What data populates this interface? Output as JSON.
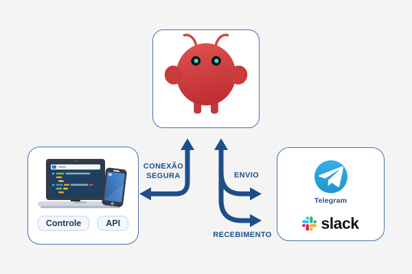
{
  "diagram": {
    "bg_color": "#f4f4f5",
    "box_border_color": "#3f70a9",
    "arrow_color": "#1d4e89",
    "top_node": {
      "icon": "red-bug-mascot",
      "body_color": "#d24444",
      "eye_color": "#37e6c6"
    },
    "left_node": {
      "illustration": "laptop-and-phone",
      "buttons": [
        {
          "label": "Controle"
        },
        {
          "label": "API"
        }
      ]
    },
    "right_node": {
      "telegram_label": "Telegram",
      "slack_label": "slack",
      "telegram_blue": "#2aabee",
      "slack_colors": {
        "blue": "#36C5F0",
        "green": "#2EB67D",
        "red": "#E01E5A",
        "yellow": "#ECB22E"
      }
    },
    "edges": {
      "left": {
        "line1": "CONEXÃO",
        "line2": "SEGURA"
      },
      "send": {
        "label": "ENVIO"
      },
      "receive": {
        "label": "RECEBIMENTO"
      }
    }
  }
}
